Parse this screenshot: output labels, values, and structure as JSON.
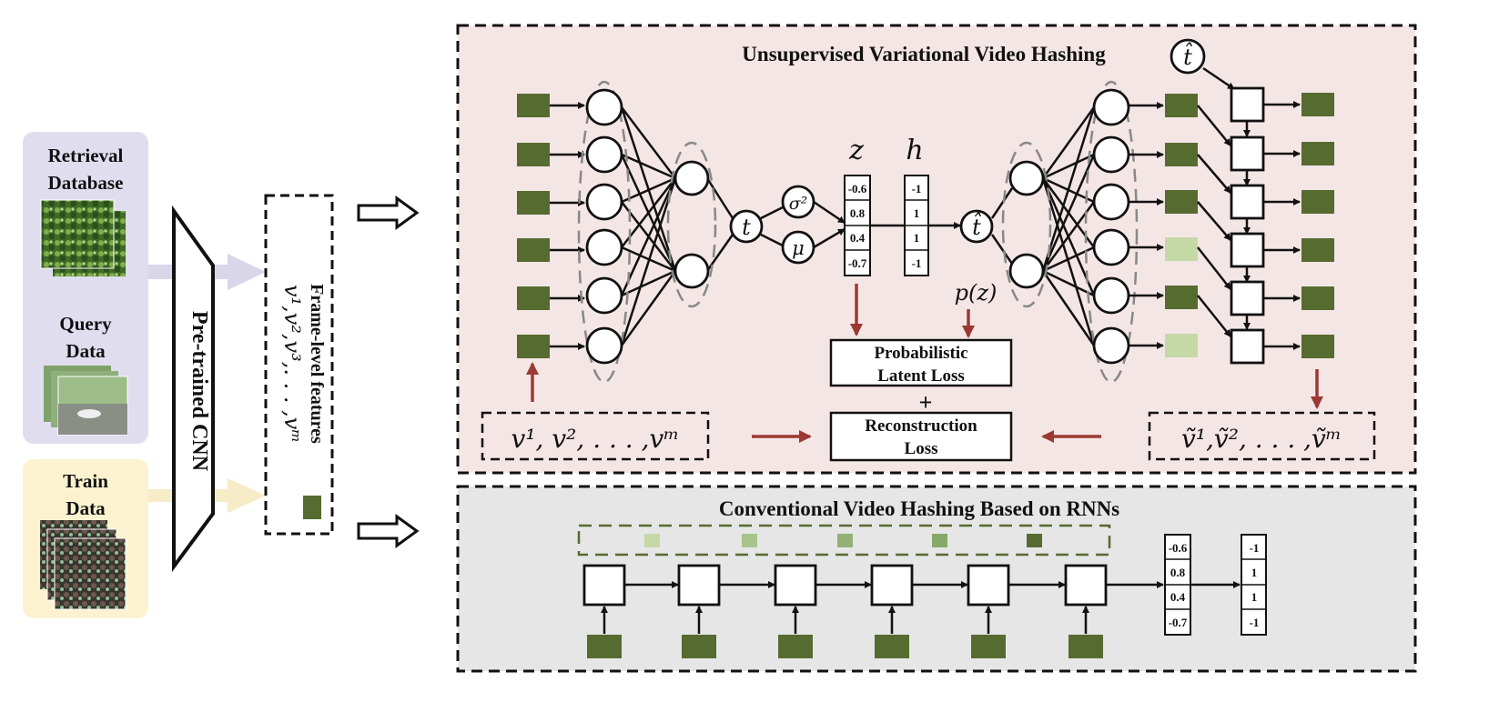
{
  "left_panel": {
    "retrieval_title_1": "Retrieval",
    "retrieval_title_2": "Database",
    "query_title_1": "Query",
    "query_title_2": "Data",
    "train_title_1": "Train",
    "train_title_2": "Data"
  },
  "cnn_label": "Pre-trained CNN",
  "frame_features": {
    "title": "Frame-level features",
    "sequence": "v¹,v²,v³,. . . ,vᵐ"
  },
  "uvh": {
    "title": "Unsupervised Variational Video Hashing",
    "z_label": "z",
    "h_label": "h",
    "t_label": "t",
    "t_hat_label": "t̂",
    "sigma_label": "σ²",
    "mu_label": "μ",
    "pz_label": "p(z)",
    "z_values": [
      "-0.6",
      "0.8",
      "0.4",
      "-0.7"
    ],
    "h_values": [
      "-1",
      "1",
      "1",
      "-1"
    ],
    "prob_loss_1": "Probabilistic",
    "prob_loss_2": "Latent Loss",
    "plus": "+",
    "recon_loss_1": "Reconstruction",
    "recon_loss_2": "Loss",
    "input_seq": "v¹, v², . . . ,vᵐ",
    "output_seq": "ṽ¹,ṽ², . . . ,ṽᵐ"
  },
  "cvh": {
    "title": "Conventional Video Hashing Based on RNNs",
    "z_values": [
      "-0.6",
      "0.8",
      "0.4",
      "-0.7"
    ],
    "h_values": [
      "-1",
      "1",
      "1",
      "-1"
    ]
  },
  "colors": {
    "feature_dark": "#556b2f",
    "feature_light": "#c5d9a6",
    "uvh_bg": "#f5e6e6",
    "cvh_bg": "#e6e6e6",
    "retrieval_bg": "#e0ddef",
    "train_bg": "#fcf2cf",
    "red_arrow": "#9b3a32",
    "gray_arrow_1": "#d9d6ea",
    "gray_arrow_2": "#f6ecc8"
  }
}
